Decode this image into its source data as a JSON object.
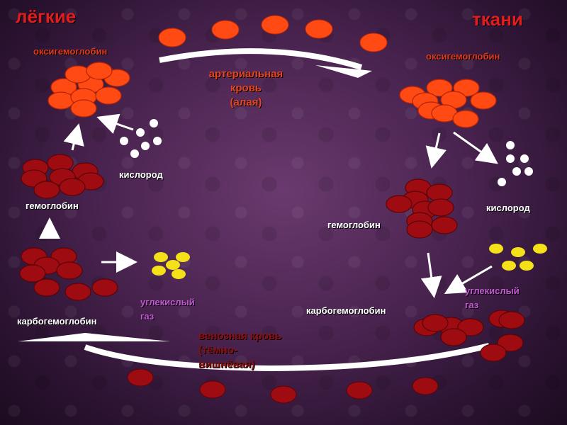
{
  "titles": {
    "lungs": "лёгкие",
    "tissues": "ткани"
  },
  "lungs": {
    "oxyhemoglobin": "оксигемоглобин",
    "oxygen": "кислород",
    "hemoglobin": "гемоглобин",
    "carbhemoglobin": "карбогемоглобин",
    "co2_line1": "углекислый",
    "co2_line2": "газ"
  },
  "tissues": {
    "oxyhemoglobin": "оксигемоглобин",
    "oxygen": "кислород",
    "hemoglobin": "гемоглобин",
    "carbhemoglobin": "карбогемоглобин",
    "co2_line1": "углекислый",
    "co2_line2": "газ"
  },
  "arterial": {
    "line1": "артериальная",
    "line2": "кровь",
    "line3": "(алая)"
  },
  "venous": {
    "line1": "венозная кровь",
    "line2": "(тёмно-",
    "line3": "вишнёвая)"
  },
  "colors": {
    "oxy_cell": "#ff4a14",
    "deoxy_cell": "#9e0c12",
    "oxygen": "#ffffff",
    "co2": "#f5e11a",
    "arrow": "#ffffff"
  }
}
